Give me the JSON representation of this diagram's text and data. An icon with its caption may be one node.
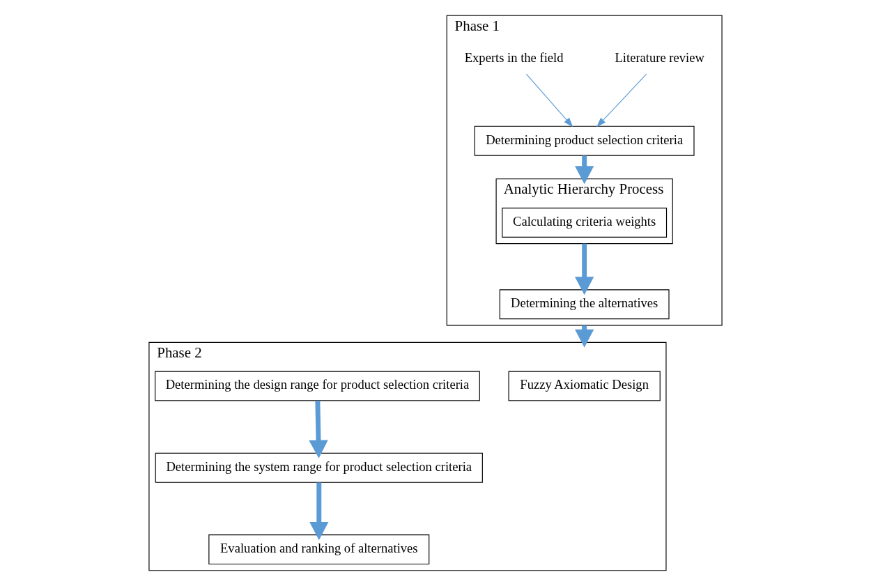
{
  "diagram": {
    "nodes": [
      {
        "text": [
          "Phase 1"
        ]
      },
      {
        "text": [
          "Literature review"
        ],
        "in": 0
      },
      {
        "text": [
          "Experts in the field"
        ],
        "in": 0
      },
      {
        "text": [
          "Determining product selection criteria"
        ],
        "in": 0
      },
      {
        "text": [
          "Analytic Hierarchy Process"
        ],
        "in": 0
      },
      {
        "text": [
          "Calculating criteria weights"
        ],
        "in": 4
      },
      {
        "text": [
          "Determining the alternatives"
        ],
        "in": 0
      },
      {
        "text": [
          "Phase 2"
        ]
      },
      {
        "text": [
          "Fuzzy Axiomatic Design"
        ],
        "in": 7
      },
      {
        "text": [
          "Determining the design range for product selection criteria"
        ],
        "in": 7
      },
      {
        "text": [
          "Determining the system range for product selection criteria"
        ],
        "in": 7
      },
      {
        "text": [
          "Evaluation and ranking of alternatives"
        ],
        "in": 7
      }
    ],
    "edges": [
      {
        "from": 1,
        "to": 3,
        "arrow": "to"
      },
      {
        "from": 2,
        "to": 3,
        "arrow": "to"
      },
      {
        "from": 3,
        "to": 4,
        "arrow": "to"
      },
      {
        "from": 4,
        "to": 6,
        "arrow": "to"
      },
      {
        "from": 0,
        "to": 7,
        "arrow": "to"
      },
      {
        "from": 9,
        "to": 10,
        "arrow": "to"
      },
      {
        "from": 10,
        "to": 11,
        "arrow": "to"
      }
    ]
  }
}
